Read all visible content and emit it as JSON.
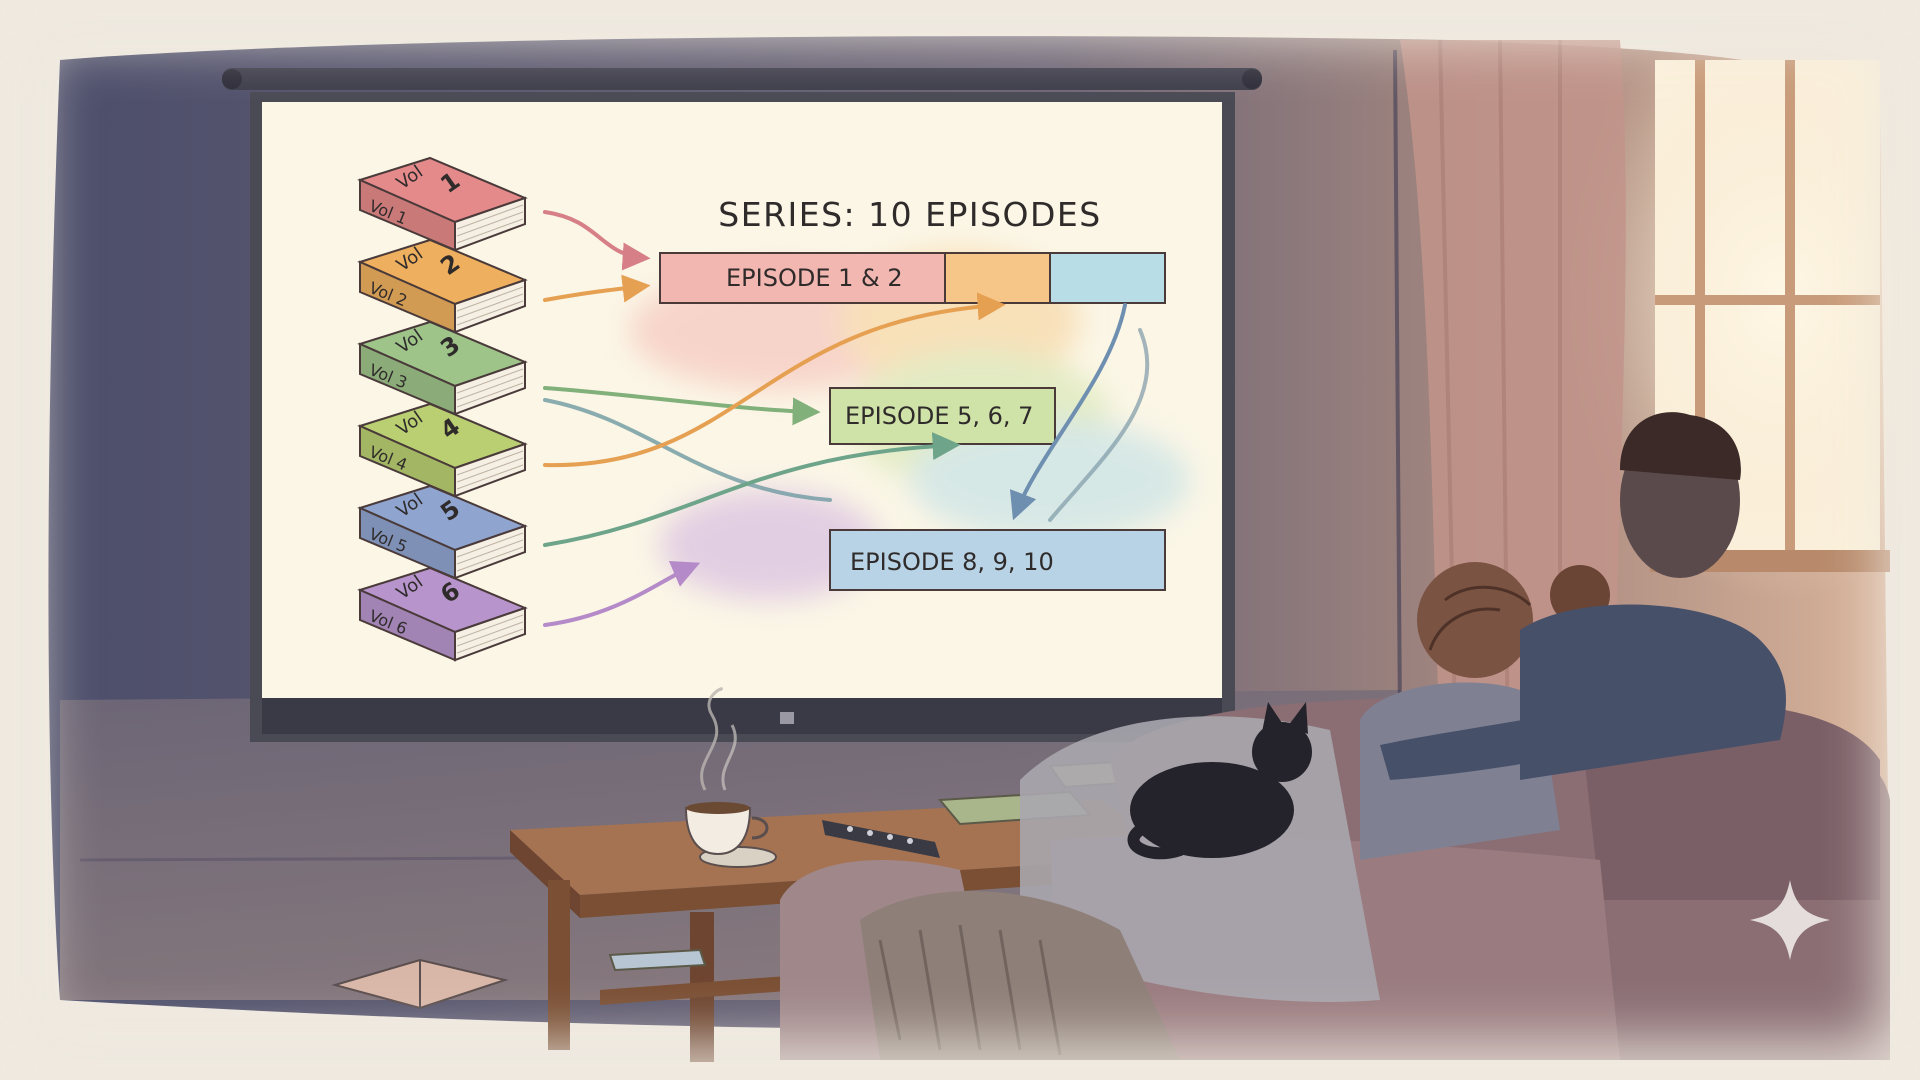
{
  "screen": {
    "title": "SERIES: 10 EPISODES",
    "volumes": [
      {
        "spine": "Vol 1",
        "cover": "Vol 1",
        "color": "#e58a8a"
      },
      {
        "spine": "Vol 2",
        "cover": "Vol 2",
        "color": "#eeb05e"
      },
      {
        "spine": "Vol 3",
        "cover": "Vol 3",
        "color": "#9ec48a"
      },
      {
        "spine": "Vol 4",
        "cover": "Vol 4",
        "color": "#b9cf72"
      },
      {
        "spine": "Vol 5",
        "cover": "Vol 5",
        "color": "#8fa4cf"
      },
      {
        "spine": "Vol 6",
        "cover": "Vol 6",
        "color": "#b795cc"
      }
    ],
    "cover_digits": [
      "1",
      "2",
      "3",
      "4",
      "5",
      "6"
    ],
    "episodes": [
      {
        "label": "EPISODE 1 & 2",
        "color": "#f2b7b0"
      },
      {
        "label": "EPISODE 5, 6, 7",
        "color": "#cfe3a8"
      },
      {
        "label": "EPISODE 8, 9, 10",
        "color": "#b9d3e6"
      }
    ],
    "episode_segments": [
      "#f6c688",
      "#b9dde6"
    ]
  },
  "colors": {
    "wall": "#4c4f6d",
    "screen": "#fbf6e6",
    "floor": "#7b6a6c",
    "sofa": "#8a6e73",
    "table": "#8e5f3f"
  },
  "icons": [
    "coffee-cup-icon",
    "remote-control-icon",
    "sparkle-icon",
    "cat-icon"
  ]
}
